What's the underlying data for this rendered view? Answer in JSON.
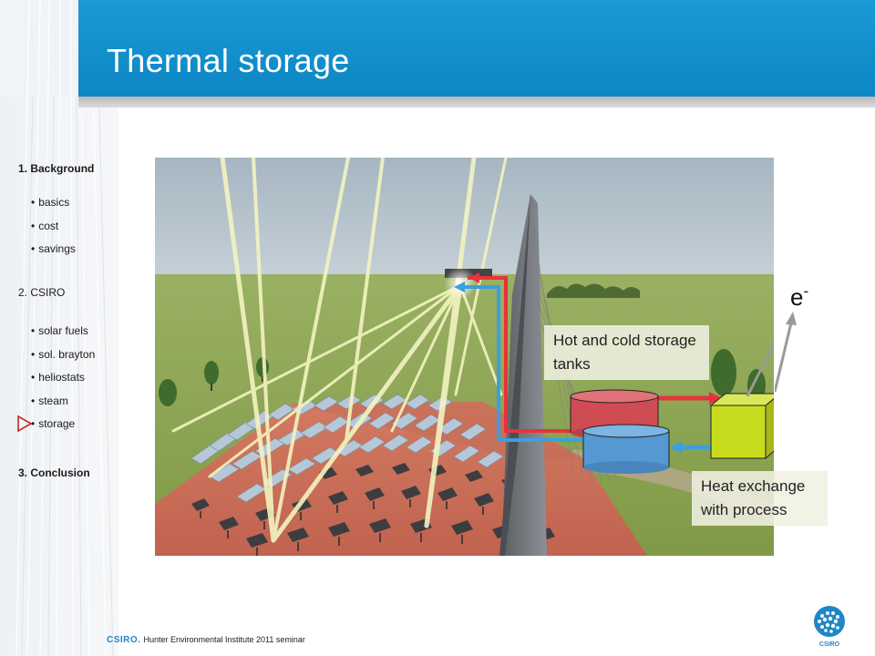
{
  "header": {
    "title": "Thermal storage"
  },
  "sidebar": {
    "items": [
      {
        "label": "1. Background",
        "level": 1
      },
      {
        "label": "basics",
        "level": 2
      },
      {
        "label": "cost",
        "level": 2
      },
      {
        "label": "savings",
        "level": 2
      },
      {
        "label": "2. CSIRO",
        "level": 1
      },
      {
        "label": "solar fuels",
        "level": 2
      },
      {
        "label": "sol. brayton",
        "level": 2
      },
      {
        "label": "heliostats",
        "level": 2
      },
      {
        "label": "steam",
        "level": 2
      },
      {
        "label": "storage",
        "level": 2,
        "current": true
      },
      {
        "label": "3. Conclusion",
        "level": 1
      }
    ],
    "bullet": "•"
  },
  "diagram": {
    "tanks_label": "Hot and cold storage tanks",
    "heat_exchange_label": "Heat exchange with process",
    "electron_base": "e",
    "electron_sup": "-"
  },
  "footer": {
    "brand": "CSIRO.",
    "text": "Hunter Environmental Institute 2011 seminar"
  },
  "colors": {
    "header_blue": "#1a9ad6",
    "hot_pipe": "#e8323a",
    "cold_pipe": "#3aa0e0",
    "hot_tank": "#d9535a",
    "cold_tank": "#5b9fd6",
    "exchanger": "#c8dc1e",
    "ground": "#c96d55",
    "grass": "#8fa55a",
    "sky": "#b6c4cf"
  },
  "icons": {
    "logo": "csiro-logo",
    "current_marker": "triangle-outline-icon",
    "arrow": "arrow-icon"
  }
}
